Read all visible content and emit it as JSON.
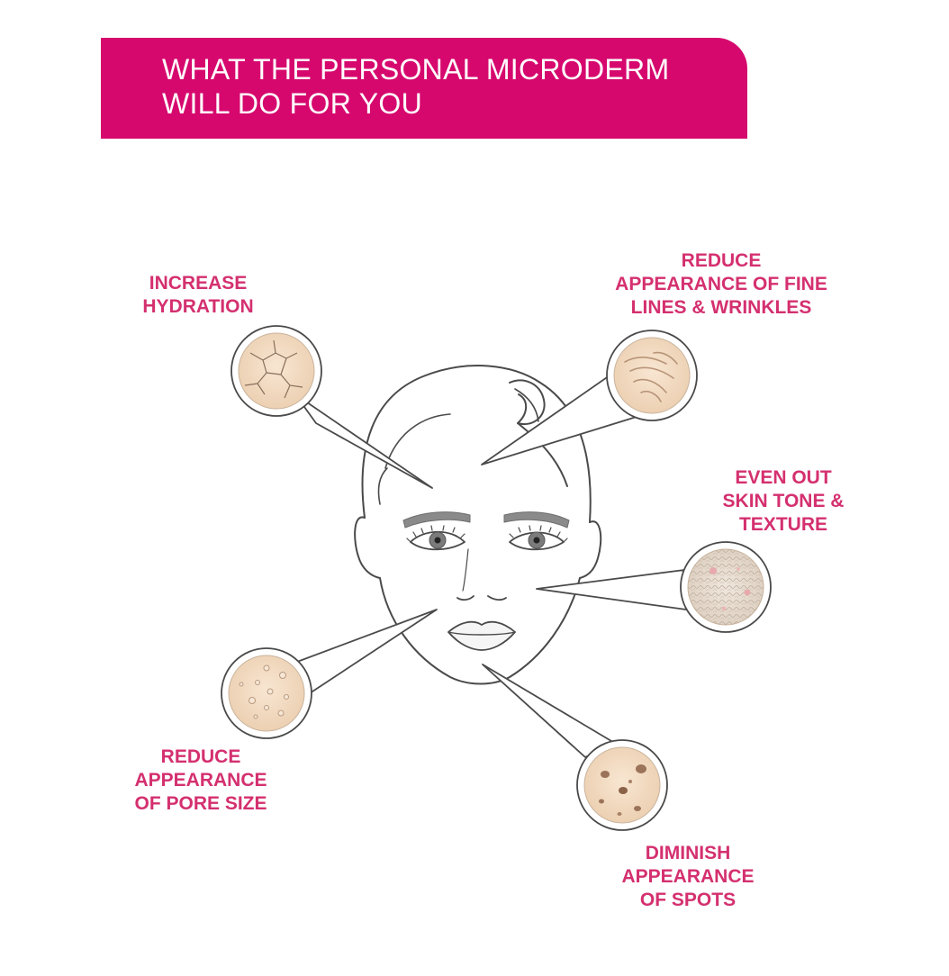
{
  "banner": {
    "line1": "WHAT THE PERSONAL MICRODERM",
    "line2": "WILL DO FOR YOU"
  },
  "benefits": {
    "hydration": {
      "line1": "INCREASE",
      "line2": "HYDRATION"
    },
    "wrinkles": {
      "line1": "REDUCE",
      "line2": "APPEARANCE OF FINE",
      "line3": "LINES & WRINKLES"
    },
    "skin_tone": {
      "line1": "EVEN OUT",
      "line2": "SKIN TONE &",
      "line3": "TEXTURE"
    },
    "pores": {
      "line1": "REDUCE",
      "line2": "APPEARANCE",
      "line3": "OF PORE SIZE"
    },
    "spots": {
      "line1": "DIMINISH",
      "line2": "APPEARANCE",
      "line3": "OF SPOTS"
    }
  },
  "colors": {
    "brand_pink": "#d6086e",
    "label_pink": "#d4306f",
    "skin": "#f3dcc4",
    "outline": "#555555"
  }
}
